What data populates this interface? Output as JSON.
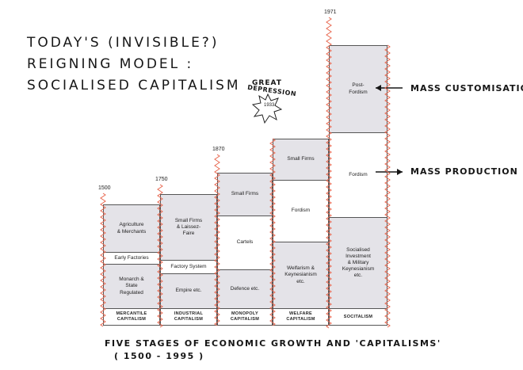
{
  "heading": {
    "line1": "TODAY'S (INVISIBLE?)",
    "line2": "REIGNING MODEL :",
    "line3": "SOCIALISED CAPITALISM"
  },
  "great_depression": {
    "label_line1": "GREAT",
    "label_line2": "DEPRESSION",
    "year": "1933"
  },
  "columns": [
    {
      "year": "1500",
      "footer": "MERCANTILE\nCAPITALISM",
      "cells": [
        {
          "text": "Agriculture\n& Merchants",
          "shade": "gray"
        },
        {
          "text": "Early Factories",
          "shade": "white"
        },
        {
          "text": "Monarch &\nState\nRegulated",
          "shade": "gray"
        }
      ]
    },
    {
      "year": "1750",
      "footer": "INDUSTRIAL\nCAPITALISM",
      "cells": [
        {
          "text": "Small Firms\n& Laissez-\nFaire",
          "shade": "gray"
        },
        {
          "text": "Factory System",
          "shade": "white"
        },
        {
          "text": "Empire etc.",
          "shade": "gray"
        }
      ]
    },
    {
      "year": "1870",
      "footer": "MONOPOLY\nCAPITALISM",
      "cells": [
        {
          "text": "Small Firms",
          "shade": "gray"
        },
        {
          "text": "Cartels",
          "shade": "white"
        },
        {
          "text": "Defence etc.",
          "shade": "gray"
        }
      ]
    },
    {
      "year": "",
      "footer": "WELFARE\nCAPITALISM",
      "cells": [
        {
          "text": "Small Firms",
          "shade": "gray"
        },
        {
          "text": "Fordism",
          "shade": "white"
        },
        {
          "text": "Welfarism &\nKeynesianism\netc.",
          "shade": "gray"
        }
      ]
    },
    {
      "year": "1971",
      "footer": "SOCITALISM",
      "cells": [
        {
          "text": "Post-\nFordism",
          "shade": "gray"
        },
        {
          "text": "Fordism",
          "shade": "white"
        },
        {
          "text": "Socialised\nInvestment\n& Military\nKeynesianism\netc.",
          "shade": "gray"
        }
      ]
    }
  ],
  "annotations": {
    "mass_customisation": "MASS CUSTOMISATION",
    "mass_production": "MASS PRODUCTION"
  },
  "caption": {
    "line1": "FIVE STAGES OF ECONOMIC GROWTH AND 'CAPITALISMS'",
    "line2": "( 1500 - 1995 )"
  },
  "colors": {
    "shade": "#e4e3e8",
    "zigzag": "#e8674f",
    "ink": "#161616"
  }
}
